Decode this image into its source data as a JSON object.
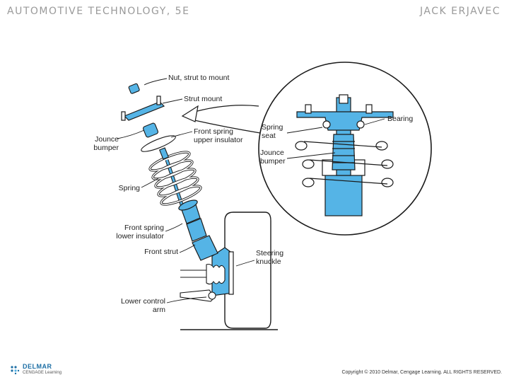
{
  "header": {
    "book_title": "AUTOMOTIVE TECHNOLOGY, 5E",
    "author": "JACK ERJAVEC"
  },
  "labels": {
    "nut": "Nut, strut to mount",
    "strut_mount": "Strut mount",
    "jounce_bumper": "Jounce bumper",
    "upper_insulator": "Front spring upper insulator",
    "spring": "Spring",
    "lower_insulator": "Front spring lower insulator",
    "front_strut": "Front strut",
    "steering_knuckle": "Steering knuckle",
    "lower_control_arm": "Lower control arm",
    "detail_spring_seat": "Spring seat",
    "detail_jounce_bumper": "Jounce bumper",
    "detail_bearing": "Bearing"
  },
  "footer": {
    "logo_main": "DELMAR",
    "logo_sub": "CENGAGE Learning",
    "copyright": "Copyright © 2010 Delmar, Cengage Learning. ALL RIGHTS RESERVED."
  },
  "colors": {
    "part_blue": "#55b4e6",
    "outline": "#1a1a1a"
  },
  "icons": {
    "logo": "delmar-dots-icon"
  }
}
